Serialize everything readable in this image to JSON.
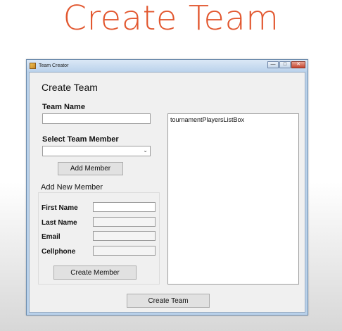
{
  "slide": {
    "title": "Create Team"
  },
  "window": {
    "title": "Team Creator",
    "min_symbol": "—",
    "max_symbol": "□",
    "close_symbol": "✕"
  },
  "form": {
    "header": "Create Team",
    "team_name_label": "Team Name",
    "team_name_value": "",
    "select_member_label": "Select Team Member",
    "select_member_value": "",
    "dropdown_arrow": "⌄",
    "add_member_button": "Add Member",
    "new_member_group_label": "Add New Member",
    "first_name_label": "First Name",
    "last_name_label": "Last Name",
    "email_label": "Email",
    "cellphone_label": "Cellphone",
    "create_member_button": "Create Member",
    "players_listbox_text": "tournamentPlayersListBox",
    "create_team_button": "Create Team"
  }
}
